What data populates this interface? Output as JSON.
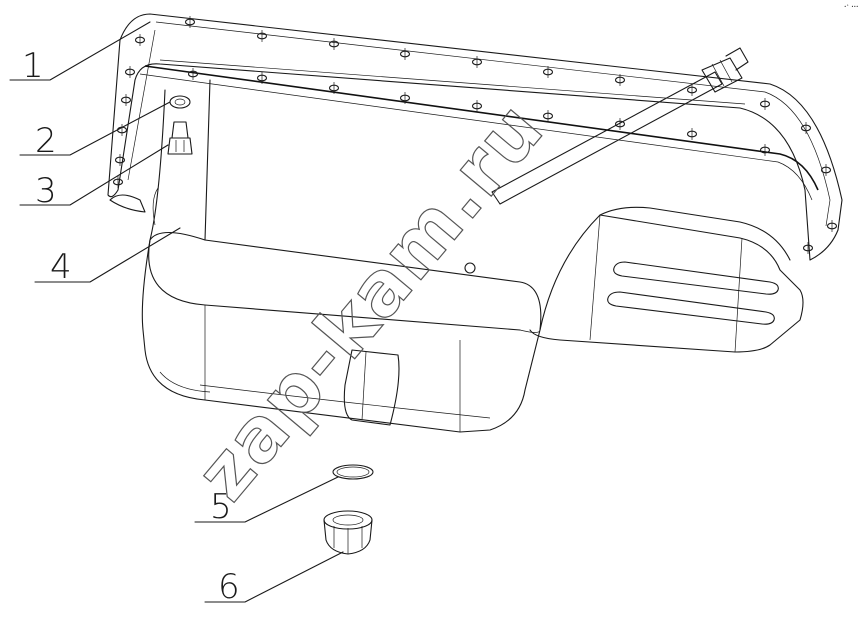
{
  "callouts": [
    {
      "id": "1",
      "label": "1"
    },
    {
      "id": "2",
      "label": "2"
    },
    {
      "id": "3",
      "label": "3"
    },
    {
      "id": "4",
      "label": "4"
    },
    {
      "id": "5",
      "label": "5"
    },
    {
      "id": "6",
      "label": "6"
    }
  ],
  "watermark": "zap-kam.ru",
  "corner_mark": "•° •••"
}
